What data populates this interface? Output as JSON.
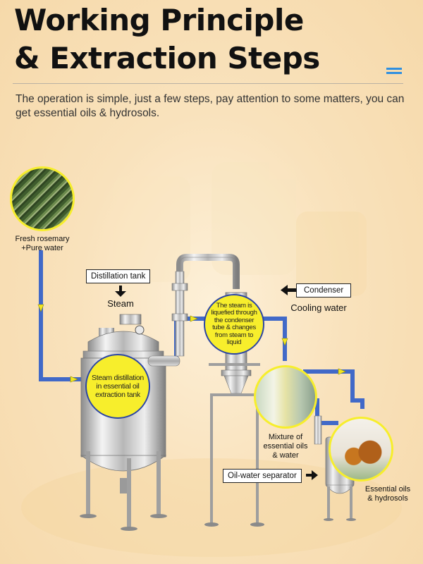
{
  "title_line1": "Working Principle",
  "title_line2": "& Extraction Steps",
  "subtitle": "The operation is simple, just a few steps, pay attention to some matters, you can get essential oils & hydrosols.",
  "colors": {
    "pipe": "#4169c8",
    "bubble": "#f7ee2c",
    "arrow_yellow": "#f2e71f",
    "accent": "#2f8fe0"
  },
  "labels": {
    "raw_material": "Fresh rosemary\n+Pure water",
    "distillation_tank": "Distillation tank",
    "steam": "Steam",
    "condenser": "Condenser",
    "cooling_water": "Cooling water",
    "oil_water_separator": "Oil-water separator",
    "mixture": "Mixture of\nessential oils\n& water",
    "products": "Essential oils\n& hydrosols"
  },
  "bubbles": {
    "steam_distillation": "Steam distillation in essential oil extraction tank",
    "condensation": "The steam is liquefied through the condenser tube & changes from steam to liquid"
  },
  "icons": {
    "menu": "menu-icon",
    "arrow": "arrow-right-icon"
  }
}
